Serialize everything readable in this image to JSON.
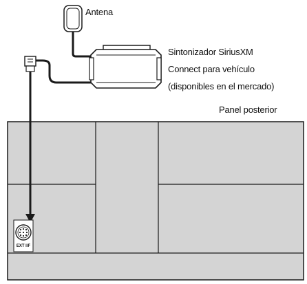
{
  "labels": {
    "antenna": "Antena",
    "tuner_line1": "Sintonizador SiriusXM",
    "tuner_line2": "Connect para vehículo",
    "tuner_line3": "(disponibles en el mercado)",
    "panel": "Panel posterior",
    "port": "EXT I/F"
  },
  "colors": {
    "panel_fill": "#d4d4d4",
    "line": "#1a1a1a",
    "background": "#ffffff"
  }
}
